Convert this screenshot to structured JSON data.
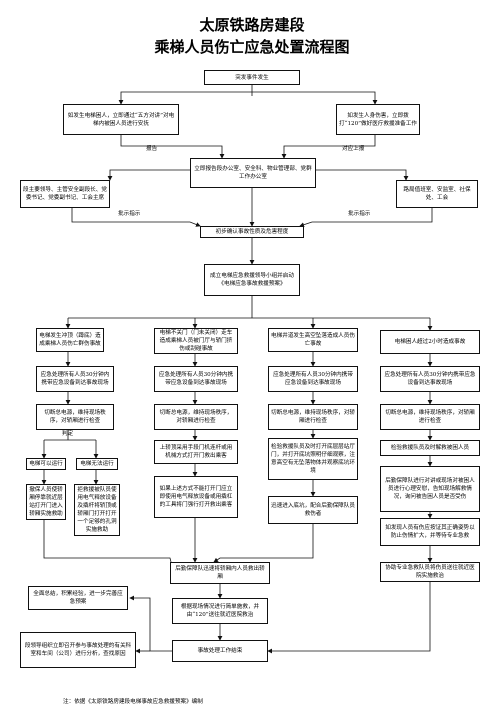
{
  "title_line1": "太原铁路房建段",
  "title_line2": "乘梯人员伤亡应急处置流程图",
  "nodes": {
    "incident": "突发事件发生",
    "witness_left": "如发生电梯困人，立即通过“五方对讲”对电梯内被困人员进行安抚",
    "witness_right": "如发生人身伤害，立即拨打“120”做好医疗救援准备工作",
    "report_label": "报告",
    "report_up_label": "对应上报",
    "report_center": "立即报告段办公室、安全科、物业管理部、党群工作办公室",
    "leaders": "段主要领导、主管安全副段长、党委书记、党委副书记、工会主席",
    "road_bureau": "路局值班室、安监室、社保处、工会",
    "approve_left": "批示指示",
    "approve_right": "批示指示",
    "confirm": "初步确认事故性质及危害程度",
    "command": "成立电梯应急救援领导小组并启动《电梯应急事故救援预案》",
    "col1_head": "电梯发生冲顶（蹲底）造成乘梯人员伤亡群伤事故",
    "col2_head": "电梯不关门（门未关闭）走车造成乘梯人员被门厅与轿门挤伤或刮碰事故",
    "col3_head": "电梯井道发生高空坠落造成人员伤亡事故",
    "col4_head": "电梯困人超过2小时造成事故",
    "col1_rescue": "应急处理所有人员30分钟内携带应急设备到达事故现场",
    "col2_rescue": "应急处理所有人员30分钟内携带应急设备到达事故现场",
    "col3_rescue": "应急处理所有人员30分钟内携带应急设备到达事故现场",
    "col4_rescue": "应急处理所有人员30分钟内携带应急设备到达事故现场",
    "col1_power": "切断总电源，维持现场秩序，对轿厢进行检查",
    "col2_power": "切断总电源，维持现场秩序，对轿厢进行检查",
    "col3_power": "切断总电源，维持现场秩序，对轿厢进行检查",
    "col4_power": "切断总电源，维持现场秩序，对轿厢进行检查",
    "judge_label": "判定",
    "can_run": "电梯可以运行",
    "cannot_run": "电梯无法运行",
    "can_run_action": "撤保人员使轿厢停靠就近层站打开门进入轿厢实施救助",
    "cannot_run_action": "拒救援被队员使用电气释放设备及撬杆将轿顶或轿厢门打开打开一个足够的孔洞实施救助",
    "col2_manual": "上轿顶采用手段门机连杆或用机械方式打开门救出乘客",
    "col2_tool": "如果上述方式不能打开门应立即使用电气释放设备或用撬杠的工具将门强行打开救出乘客",
    "col3_search": "检验救援队员及时打开底层层站厅门，并打开底坑照明仔细观察，注意高空有无坠落物体并观察底坑环境",
    "col3_team": "迅速进入底坑，配合后勤保障队员救伤者",
    "col4_check": "检验救援队员及时解救被困人员",
    "col4_medical": "后勤保障队进行对讲或现场对被困人员进行心理安慰，告知现场解救情况，询问被告困人员是否受伤",
    "col4_injury": "如发现人员有伤应按证其正确姿势以防止伤情扩大，并等待专业急救",
    "col4_hospital": "协助专业急救队员将伤员送往就近医院实施救治",
    "logistics": "后勤保障队迅速将轿厢内人员救出轿厢",
    "first_aid": "根据现场情况进行简单施救，并由“120”送往就近医院救治",
    "summary": "全面总结，积累经验，进一步完善应急预案",
    "leader_group": "段领导组织立即召开参与事故处理的有关科室和车间（公司）进行分析，查找原因",
    "end": "事故处理工作结束"
  },
  "footnote": "注：依据《太原铁路房建段电梯事故应急救援预案》编制"
}
